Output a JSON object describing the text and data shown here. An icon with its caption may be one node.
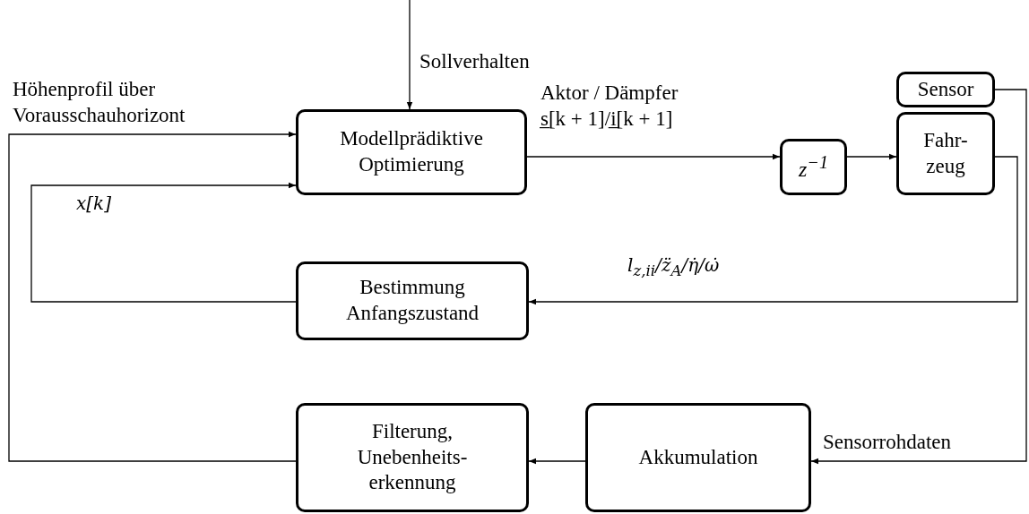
{
  "diagram": {
    "nodes": [
      {
        "text": [
          "Modellprädiktive Optimierung"
        ]
      },
      {
        "text": [
          "z$^{−1}$"
        ]
      },
      {
        "text": [
          "Sensor"
        ]
      },
      {
        "text": [
          "Fahr- zeug"
        ]
      },
      {
        "text": [
          "Bestimmung Anfangszustand"
        ]
      },
      {
        "text": [
          "Filterung, Unebenheits- erkennung"
        ]
      },
      {
        "text": [
          "Akkumulation"
        ]
      }
    ],
    "edges": [
      {
        "from": null,
        "to": 0,
        "arrow": "to",
        "label": "Sollverhalten"
      },
      {
        "from": 5,
        "to": 0,
        "arrow": "to",
        "label": "Höhenprofil über Vorausschauhorizont"
      },
      {
        "from": 4,
        "to": 0,
        "arrow": "to",
        "label": "x[k]"
      },
      {
        "from": 0,
        "to": 1,
        "arrow": "to",
        "label": "Aktor / Dämpfer s̲[k + 1]/i̲[k + 1]"
      },
      {
        "from": 1,
        "to": 3,
        "arrow": "to"
      },
      {
        "from": 3,
        "to": 4,
        "arrow": "to",
        "label": "l$_{z,ii}$/z̈$_{A}$/η̇/ω̇"
      },
      {
        "from": 2,
        "to": 6,
        "arrow": "to",
        "label": "Sensorrohdaten"
      },
      {
        "from": 6,
        "to": 5,
        "arrow": "to"
      }
    ]
  }
}
